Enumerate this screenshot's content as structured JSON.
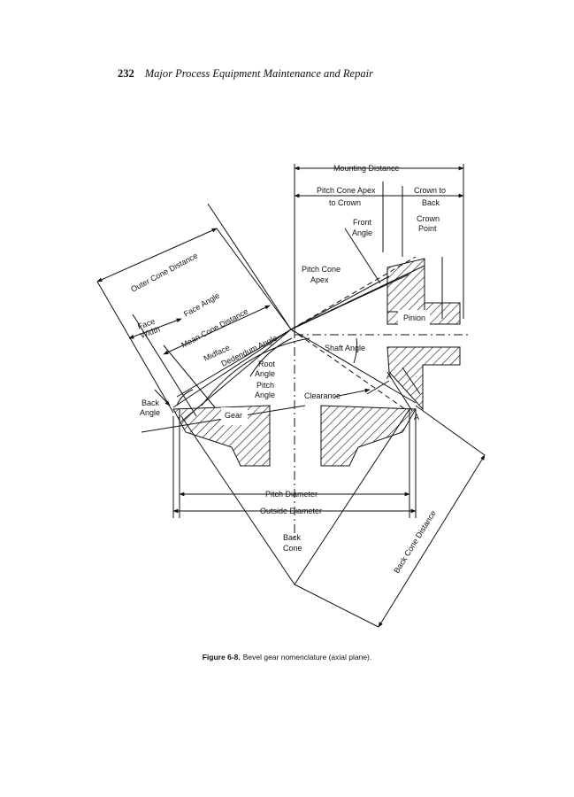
{
  "header": {
    "page_number": "232",
    "book_title": "Major Process Equipment Maintenance and Repair"
  },
  "figure": {
    "labels": {
      "mounting_distance": "Mounting Distance",
      "pitch_cone_apex_crown_1": "Pitch Cone Apex",
      "pitch_cone_apex_crown_2": "to Crown",
      "crown_to_back_1": "Crown to",
      "crown_to_back_2": "Back",
      "front_angle_1": "Front",
      "front_angle_2": "Angle",
      "crown_point_1": "Crown",
      "crown_point_2": "Point",
      "pitch_cone_apex_1": "Pitch Cone",
      "pitch_cone_apex_2": "Apex",
      "pinion": "Pinion",
      "outer_cone_distance": "Outer Cone Distance",
      "face_angle": "Face Angle",
      "face_width_1": "Face",
      "face_width_2": "Width",
      "mean_cone_distance": "Mean Cone Distance",
      "midface": "Midface",
      "dedendum_angle": "Dedendum Angle",
      "shaft_angle": "Shaft Angle",
      "root_angle_1": "Root",
      "root_angle_2": "Angle",
      "pitch_angle_1": "Pitch",
      "pitch_angle_2": "Angle",
      "clearance": "Clearance",
      "back_angle_1": "Back",
      "back_angle_2": "Angle",
      "gear": "Gear",
      "pitch_diameter": "Pitch Diameter",
      "outside_diameter": "Outside Diameter",
      "back_cone_1": "Back",
      "back_cone_2": "Cone",
      "back_cone_distance": "Back Cone Distance",
      "a_mark_1": "A",
      "a_mark_2": "A"
    }
  },
  "caption": {
    "figure_number": "Figure 6-8.",
    "text": "Bevel gear nomenclature (axial plane)."
  }
}
